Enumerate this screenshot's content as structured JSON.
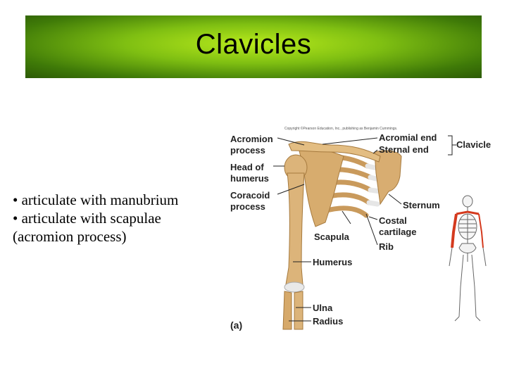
{
  "slide": {
    "title": "Clavicles",
    "bullets": [
      "• articulate with manubrium",
      "• articulate with scapulae",
      "(acromion process)"
    ]
  },
  "figure": {
    "copyright": "Copyright ©Pearson Education, Inc., publishing as Benjamin Cummings.",
    "tag": "(a)",
    "labels": {
      "acromion_1": "Acromion",
      "acromion_2": "process",
      "head_1": "Head of",
      "head_2": "humerus",
      "coracoid_1": "Coracoid",
      "coracoid_2": "process",
      "acromial_end": "Acromial end",
      "sternal_end": "Sternal end",
      "clavicle": "Clavicle",
      "sternum": "Sternum",
      "scapula": "Scapula",
      "costal_1": "Costal",
      "costal_2": "cartilage",
      "rib": "Rib",
      "humerus": "Humerus",
      "ulna": "Ulna",
      "radius": "Radius"
    },
    "colors": {
      "bone": "#dcb47a",
      "bone_dark": "#b8894a",
      "cartilage": "#e6e6e6",
      "highlight": "#d43a1e"
    }
  }
}
